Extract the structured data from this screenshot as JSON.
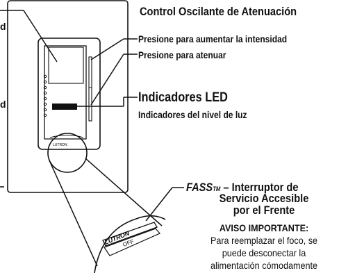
{
  "labels": {
    "dimmer_title": "Control Oscilante de Atenuación",
    "press_brighten": "Presione para aumentar la intensidad",
    "press_dim": "Presione para atenuar",
    "led_title": "Indicadores LED",
    "led_subtitle": "Indicadores del nivel de luz",
    "fass_name": "FASS",
    "fass_tm": "TM",
    "fass_line1": " – Interruptor de",
    "fass_line2": "Servicio Accesible",
    "fass_line3": "por el Frente",
    "notice_title": "AVISO IMPORTANTE:",
    "notice_line1": "Para reemplazar el foco, se",
    "notice_line2": "puede desconectar la",
    "notice_line3": "alimentación cómodamente",
    "left_cut_1": "d",
    "left_cut_2": "d",
    "brand_small": "LUTRON",
    "brand_zoom": "LUTRON",
    "off_zoom": "OFF"
  },
  "colors": {
    "ink": "#111111",
    "background": "#ffffff",
    "led_bar": "#111111"
  }
}
